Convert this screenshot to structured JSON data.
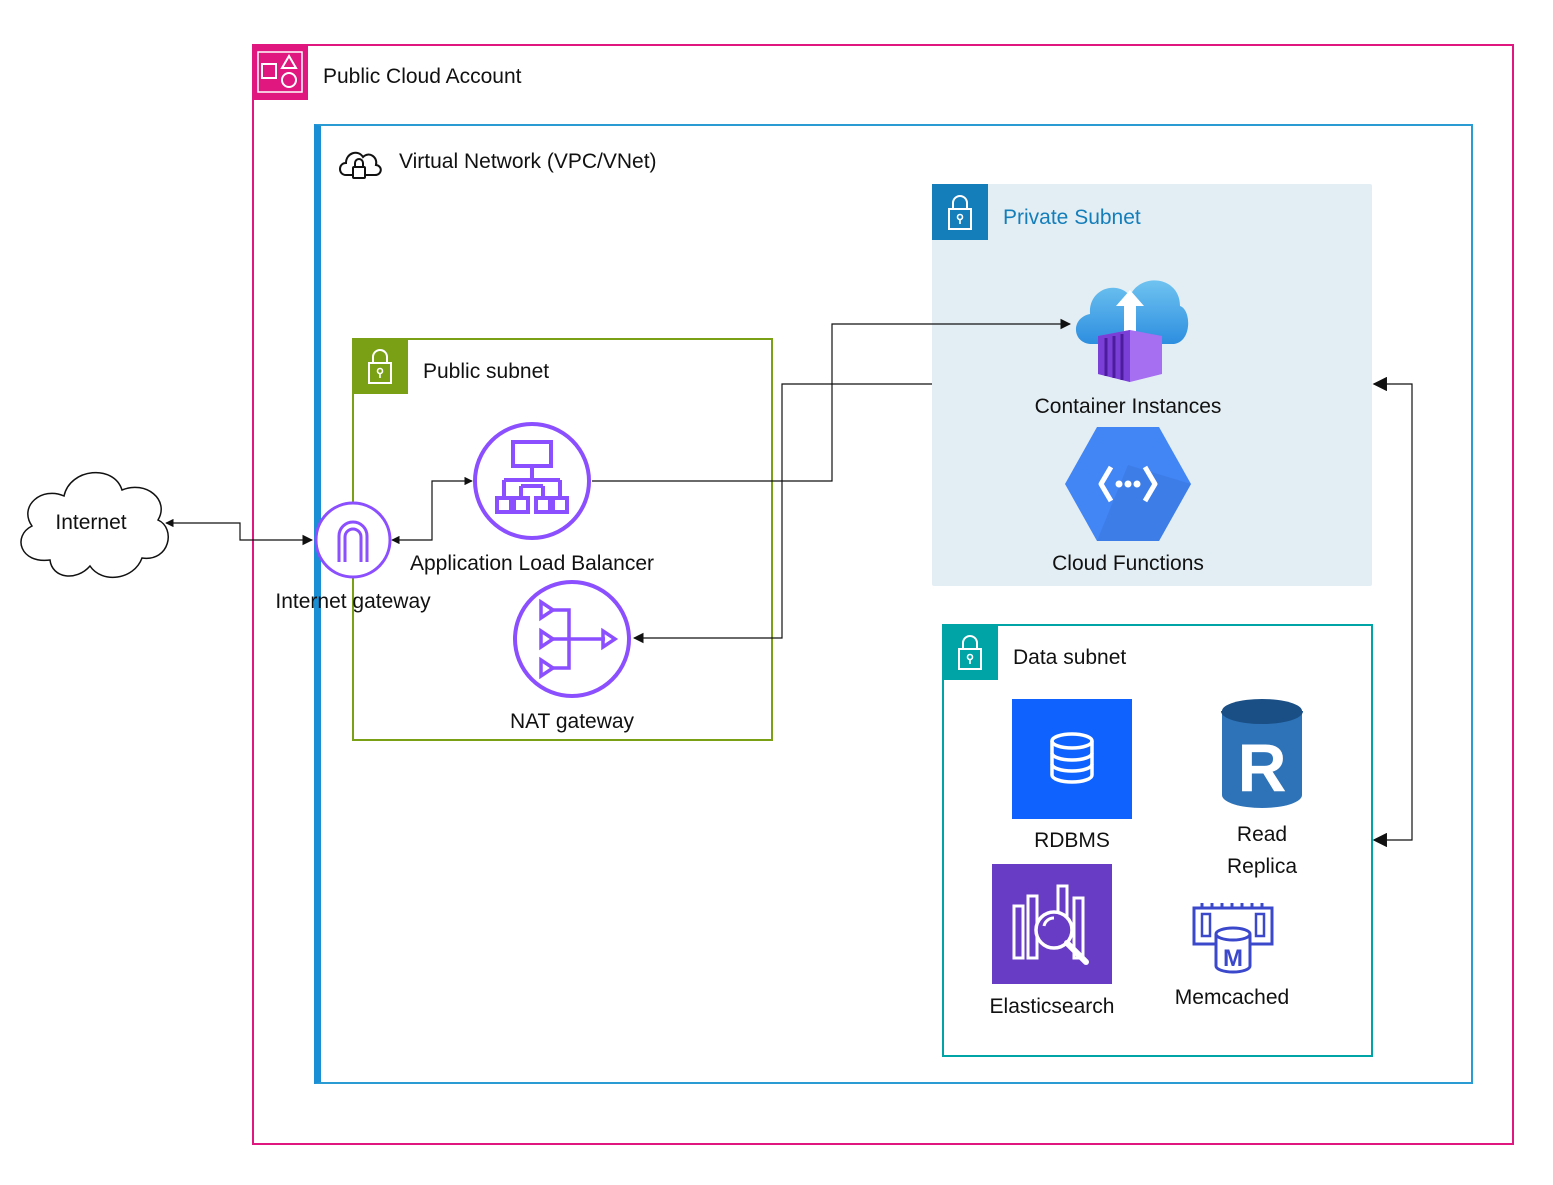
{
  "groups": {
    "account": {
      "label": "Public Cloud Account",
      "color": "#e0177e"
    },
    "vpc": {
      "label": "Virtual Network (VPC/VNet)",
      "color": "#2b9bd3"
    },
    "public_subnet": {
      "label": "Public subnet",
      "color": "#7aa116"
    },
    "private_subnet": {
      "label": "Private Subnet",
      "color": "#147eba"
    },
    "data_subnet": {
      "label": "Data subnet",
      "color": "#00a4a6"
    }
  },
  "nodes": {
    "internet": "Internet",
    "internet_gateway": "Internet gateway",
    "alb": "Application Load Balancer",
    "nat": "NAT gateway",
    "container_instances": "Container Instances",
    "cloud_functions": "Cloud Functions",
    "rdbms": "RDBMS",
    "read_replica_line1": "Read",
    "read_replica_line2": "Replica",
    "elasticsearch": "Elasticsearch",
    "memcached": "Memcached"
  },
  "icons": {
    "account": "account-icon",
    "vpc": "cloud-lock-icon",
    "subnet": "padlock-icon",
    "internet": "cloud-icon",
    "internet_gateway": "gateway-arch-icon",
    "alb": "load-balancer-icon",
    "nat": "nat-gateway-icon",
    "container_instances": "container-cloud-icon",
    "cloud_functions": "functions-hexagon-icon",
    "rdbms": "database-icon",
    "read_replica": "replica-cylinder-icon",
    "elasticsearch": "search-analytics-icon",
    "memcached": "memory-cache-icon"
  },
  "accent": {
    "purple": "#8c4fff",
    "rdbms_blue": "#0f62fe",
    "replica_blue": "#2e73b8",
    "elastic_purple": "#693cc5"
  }
}
